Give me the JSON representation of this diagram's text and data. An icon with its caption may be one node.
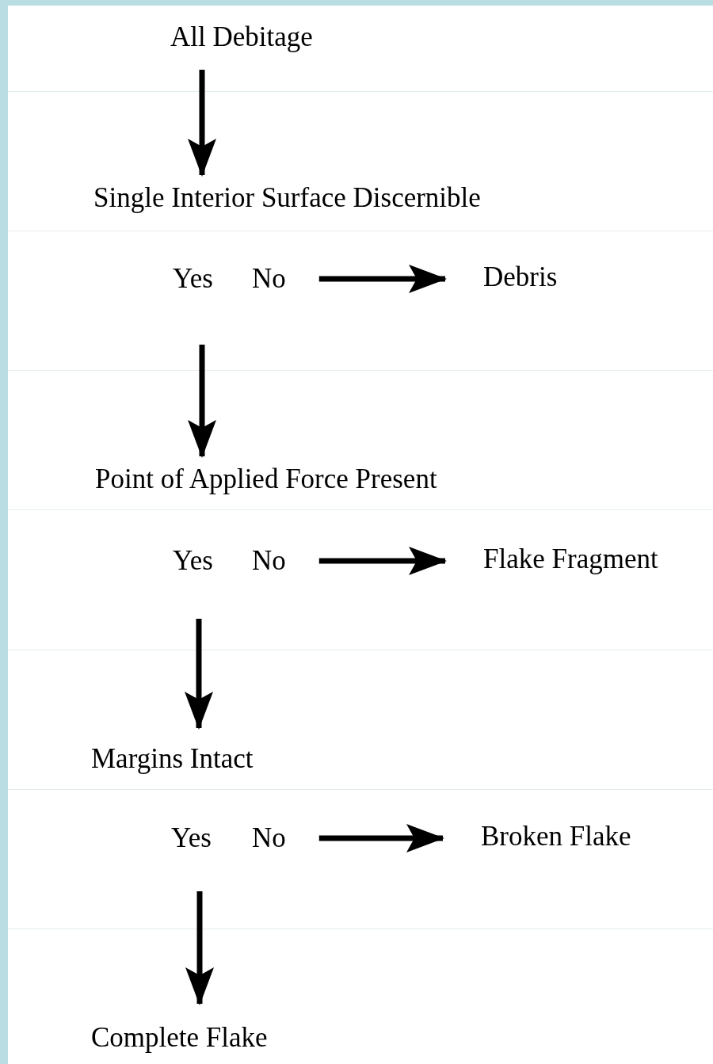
{
  "diagram": {
    "nodes": [
      {
        "text": [
          "All Debitage"
        ]
      },
      {
        "text": [
          "Single Interior Surface Discernible"
        ]
      },
      {
        "text": [
          "Yes"
        ]
      },
      {
        "text": [
          "No"
        ]
      },
      {
        "text": [
          "Debris"
        ]
      },
      {
        "text": [
          "Point of Applied Force Present"
        ]
      },
      {
        "text": [
          "Yes"
        ]
      },
      {
        "text": [
          "No"
        ]
      },
      {
        "text": [
          "Flake Fragment"
        ]
      },
      {
        "text": [
          "Margins Intact"
        ]
      },
      {
        "text": [
          "Yes"
        ]
      },
      {
        "text": [
          "No"
        ]
      },
      {
        "text": [
          "Broken Flake"
        ]
      },
      {
        "text": [
          "Complete Flake"
        ]
      }
    ],
    "edges": [
      {
        "from": 0,
        "to": 1,
        "arrow": "to"
      },
      {
        "from": 3,
        "to": 4,
        "arrow": "to"
      },
      {
        "from": 2,
        "to": 5,
        "arrow": "to"
      },
      {
        "from": 7,
        "to": 8,
        "arrow": "to"
      },
      {
        "from": 6,
        "to": 9,
        "arrow": "to"
      },
      {
        "from": 11,
        "to": 12,
        "arrow": "to"
      },
      {
        "from": 10,
        "to": 13,
        "arrow": "to"
      }
    ]
  }
}
